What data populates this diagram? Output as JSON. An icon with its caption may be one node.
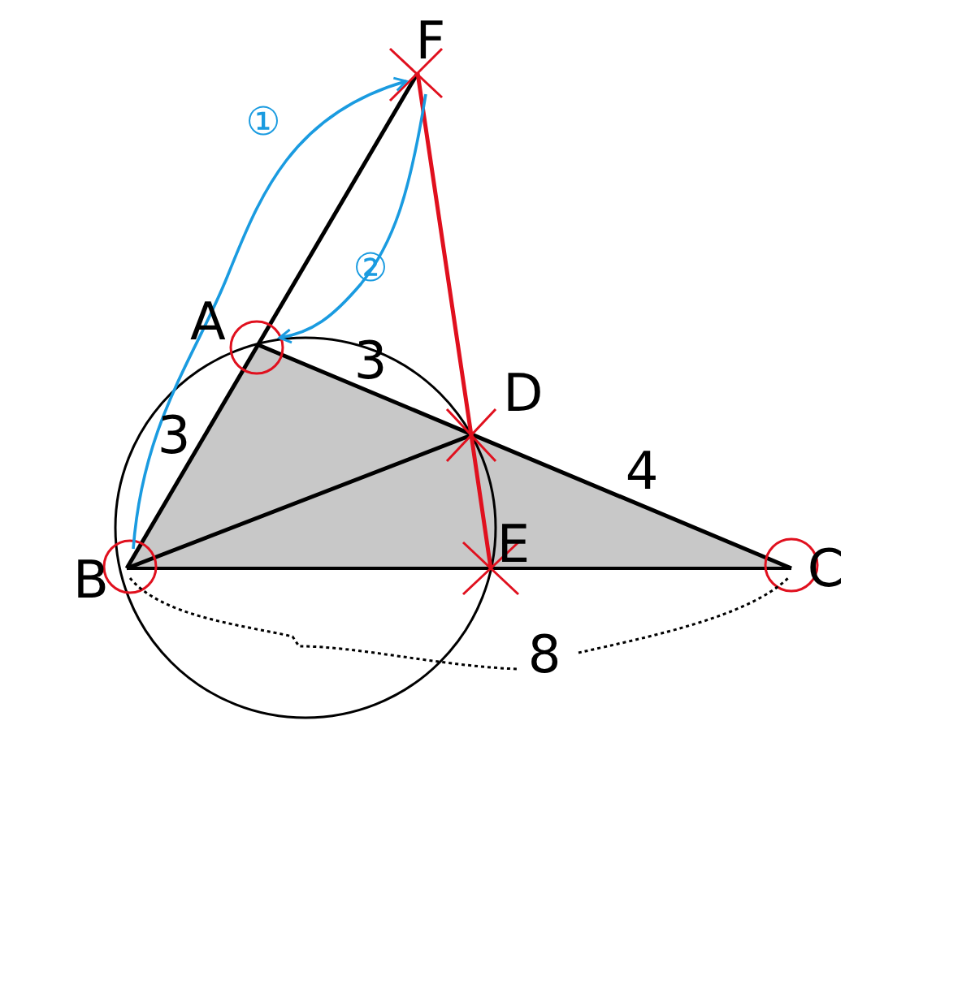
{
  "diagram": {
    "labels": [
      "F",
      "①",
      "②",
      "A",
      "3",
      "D",
      "3",
      "4",
      "B",
      "E",
      "C",
      "8"
    ]
  }
}
